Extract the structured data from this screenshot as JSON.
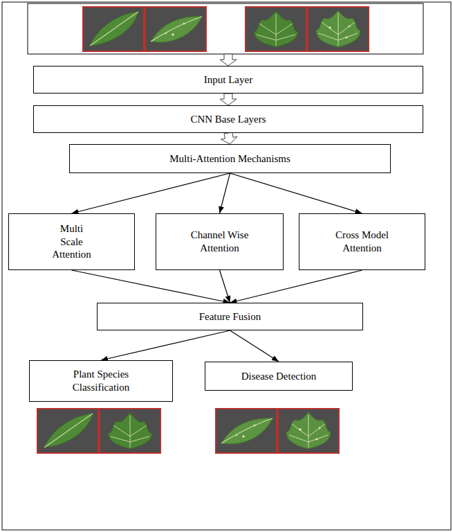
{
  "diagram": {
    "nodes": [
      {
        "text": [
          "Input Layer"
        ]
      },
      {
        "text": [
          "CNN Base Layers"
        ]
      },
      {
        "text": [
          "Multi-Attention Mechanisms"
        ]
      },
      {
        "text": [
          "Multi Scale Attention"
        ]
      },
      {
        "text": [
          "Channel Wise Attention"
        ]
      },
      {
        "text": [
          "Cross Model Attention"
        ]
      },
      {
        "text": [
          "Feature Fusion"
        ]
      },
      {
        "text": [
          "Plant Species Classification"
        ]
      },
      {
        "text": [
          "Disease Detection"
        ]
      }
    ],
    "edges": [
      {
        "from": 0,
        "to": 1,
        "arrow": "to"
      },
      {
        "from": 1,
        "to": 2,
        "arrow": "to"
      },
      {
        "from": 2,
        "to": 3,
        "arrow": "to"
      },
      {
        "from": 2,
        "to": 4,
        "arrow": "to"
      },
      {
        "from": 2,
        "to": 5,
        "arrow": "to"
      },
      {
        "from": 3,
        "to": 6,
        "arrow": "to"
      },
      {
        "from": 4,
        "to": 6,
        "arrow": "to"
      },
      {
        "from": 5,
        "to": 6,
        "arrow": "to"
      },
      {
        "from": 6,
        "to": 7,
        "arrow": "to"
      },
      {
        "from": 6,
        "to": 8,
        "arrow": "to"
      }
    ]
  }
}
